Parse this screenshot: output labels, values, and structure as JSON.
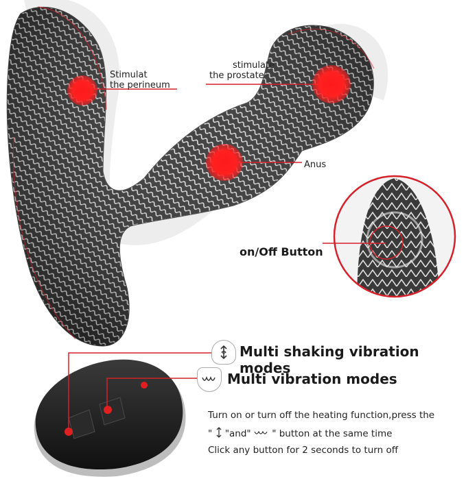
{
  "labels": {
    "perineum_line1": "Stimulat",
    "perineum_line2": "the perineum",
    "prostate_line1": "stimulate",
    "prostate_line2": "the prostate",
    "anus": "Anus",
    "onoff": "on/Off Button"
  },
  "modes": {
    "shaking": "Multi shaking vibration modes",
    "vibration": "Multi vibration modes"
  },
  "instructions": {
    "line1": "Turn on or turn off the heating function,press the",
    "line2_pre": "\"",
    "line2_mid": "\"and\"",
    "line2_post": "\" button at the same time",
    "line3": "Click any button for 2 seconds to turn off"
  },
  "colors": {
    "accent": "#d6202a",
    "device_body": "#3a3a3a",
    "remote": "#1c1c1c"
  },
  "icons": [
    "shaking-mode-icon",
    "vibration-mode-icon"
  ]
}
